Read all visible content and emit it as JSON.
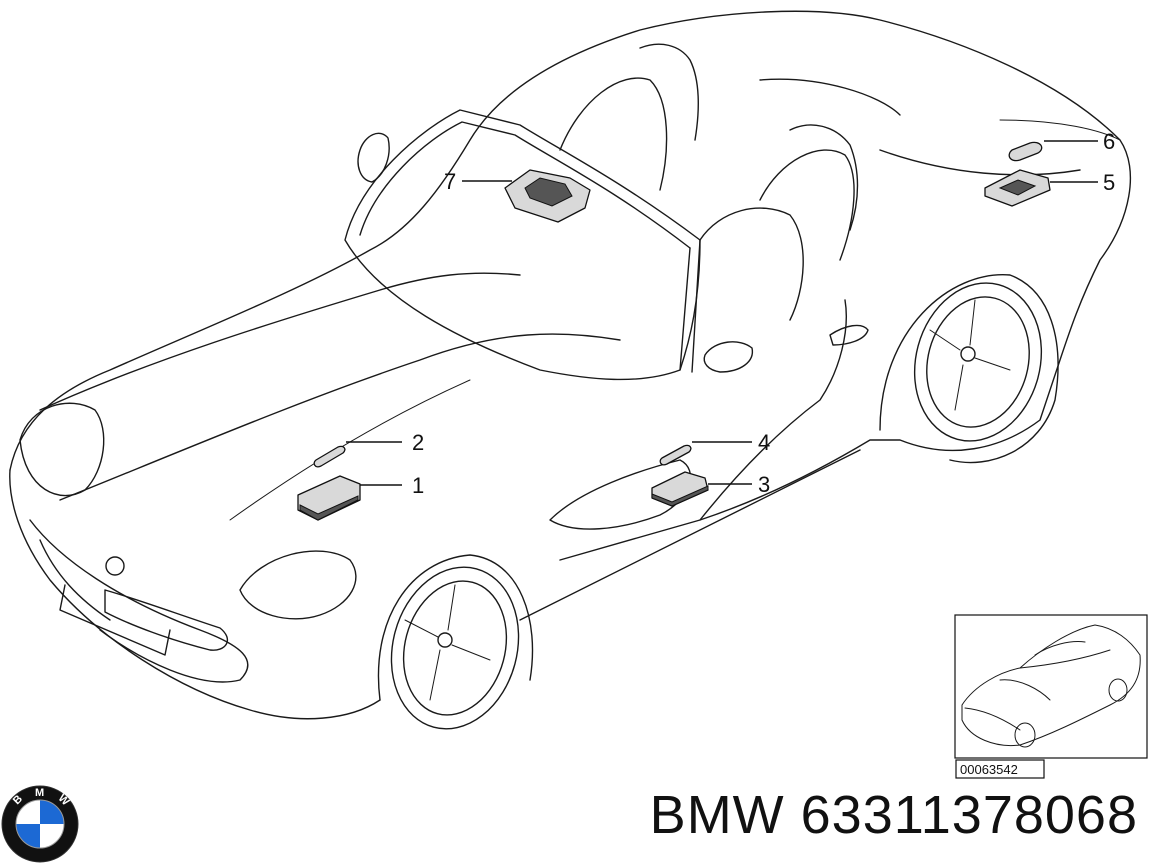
{
  "callouts": [
    {
      "number": "1"
    },
    {
      "number": "2"
    },
    {
      "number": "3"
    },
    {
      "number": "4"
    },
    {
      "number": "5"
    },
    {
      "number": "6"
    },
    {
      "number": "7"
    }
  ],
  "reference_image": {
    "code": "00063542"
  },
  "brand": {
    "logo_letters": [
      "B",
      "M",
      "W"
    ],
    "logo_colors": {
      "blue": "#1c69d4",
      "white": "#ffffff",
      "ring": "#111111"
    }
  },
  "footer": {
    "part_label": "BMW 63311378068"
  }
}
